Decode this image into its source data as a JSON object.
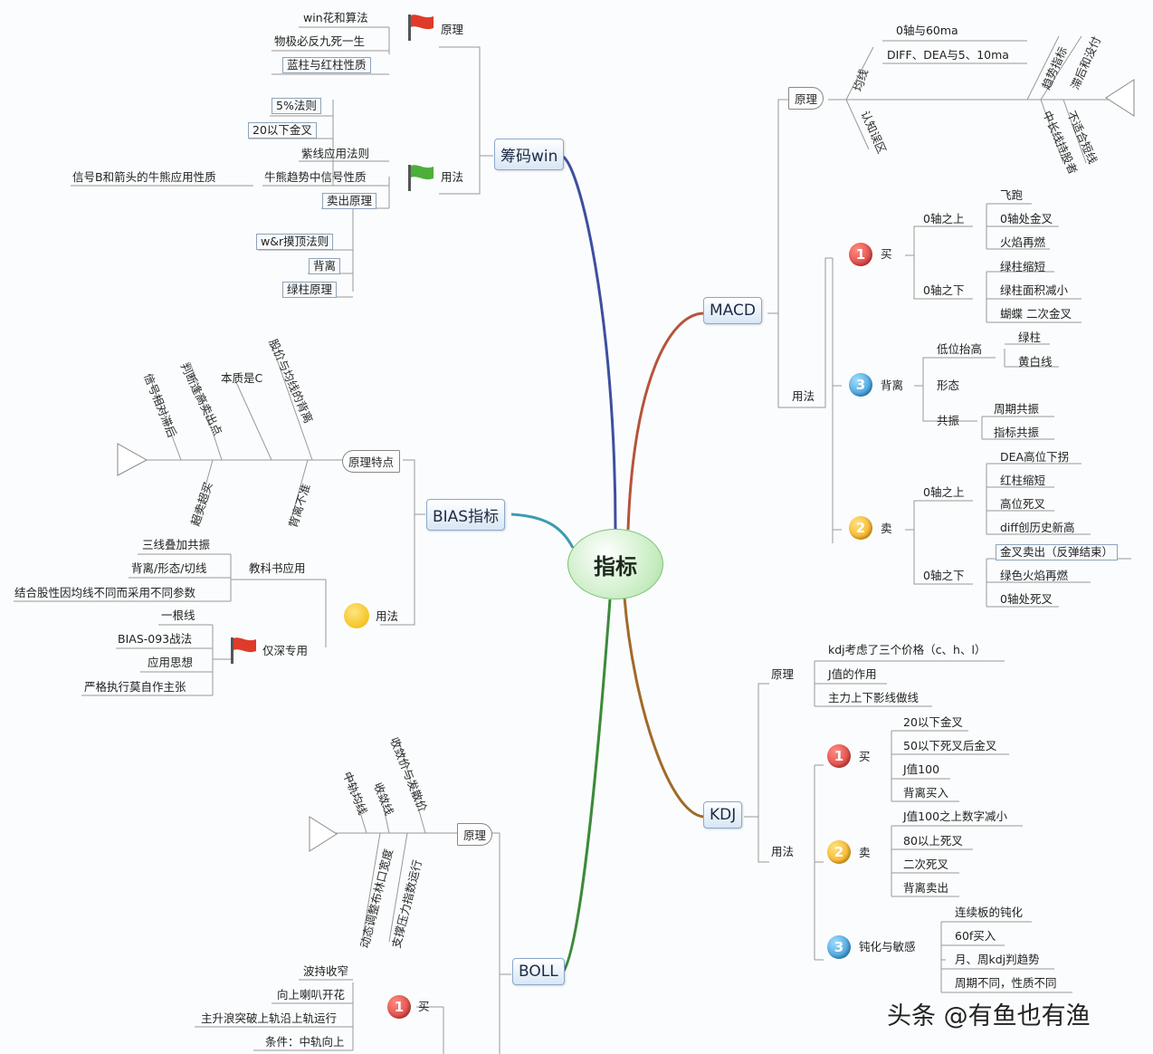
{
  "center": "指标",
  "chouma": {
    "title": "筹码win",
    "yuanli": "原理",
    "yongfa": "用法",
    "yuanli_items": [
      "win花和算法",
      "物极必反九死一生",
      "蓝柱与红柱性质"
    ],
    "yongfa_sub": [
      "5%法则",
      "20以下金叉"
    ],
    "yongfa_items": [
      "紫线应用法则",
      "牛熊趋势中信号性质",
      "卖出原理"
    ],
    "signal": "信号B和箭头的牛熊应用性质",
    "maichu_items": [
      "w&r摸顶法则",
      "背离",
      "绿柱原理"
    ]
  },
  "macd": {
    "title": "MACD",
    "yuanli": "原理",
    "fish_upper_top": [
      "0轴与60ma",
      "DIFF、DEA与5、10ma"
    ],
    "fish_upper_label": "均线",
    "fish_upper_right": [
      "趋势指标",
      "滞后和没付"
    ],
    "fish_lower_left": "认知误区",
    "fish_lower_right": [
      "中长线持股者",
      "不适合短线"
    ],
    "yongfa": "用法",
    "buy": "买",
    "buy_above": "0轴之上",
    "buy_above_items": [
      "飞跑",
      "0轴处金叉",
      "火焰再燃"
    ],
    "buy_below": "0轴之下",
    "buy_below_items": [
      "绿柱缩短",
      "绿柱面积减小",
      "蝴蝶 二次金叉"
    ],
    "div": "背离",
    "div_low": "低位抬高",
    "div_low_items": [
      "绿柱",
      "黄白线"
    ],
    "div_form": "形态",
    "div_res": "共振",
    "div_res_items": [
      "周期共振",
      "指标共振"
    ],
    "sell": "卖",
    "sell_above": "0轴之上",
    "sell_above_items": [
      "DEA高位下拐",
      "红柱缩短",
      "高位死叉",
      "diff创历史新高"
    ],
    "sell_below": "0轴之下",
    "sell_below_items": [
      "金叉卖出（反弹结束）",
      "绿色火焰再燃",
      "0轴处死叉"
    ]
  },
  "bias": {
    "title": "BIAS指标",
    "head": "原理特点",
    "fish_top": [
      "信号相对滞后",
      "判断逢高卖出点",
      "本质是C",
      "股价与均线的背离"
    ],
    "fish_bottom": [
      "超卖超买",
      "背离不准"
    ],
    "usage": "用法",
    "textbook": "教科书应用",
    "textbook_items": [
      "三线叠加共振",
      "背离/形态/切线",
      "结合股性因均线不同而采用不同参数"
    ],
    "jinshi": "仅深专用",
    "jinshi_items": [
      "一根线",
      "BIAS-093战法",
      "应用思想",
      "严格执行莫自作主张"
    ]
  },
  "kdj": {
    "title": "KDJ",
    "yuanli": "原理",
    "yuanli_items": [
      "kdj考虑了三个价格（c、h、l）",
      "J值的作用",
      "主力上下影线做线"
    ],
    "yongfa": "用法",
    "buy": "买",
    "buy_items": [
      "20以下金叉",
      "50以下死叉后金叉",
      "J值100",
      "背离买入"
    ],
    "sell": "卖",
    "sell_items": [
      "J值100之上数字减小",
      "80以上死叉",
      "二次死叉",
      "背离卖出"
    ],
    "dull": "钝化与敏感",
    "dull_items": [
      "连续板的钝化",
      "60f买入",
      "月、周kdj判趋势",
      "周期不同，性质不同"
    ]
  },
  "boll": {
    "title": "BOLL",
    "yuanli": "原理",
    "fish_top": [
      "中轨均线",
      "收敛线",
      "收敛价与发散价"
    ],
    "fish_bottom": [
      "动态调整布林口宽度",
      "支撑压力指数运行"
    ],
    "buy": "买",
    "buy_items": [
      "波持收窄",
      "向上喇叭开花",
      "主升浪突破上轨沿上轨运行",
      "条件：中轨向上"
    ]
  },
  "badges": {
    "one": "1",
    "two": "2",
    "three": "3"
  },
  "watermark": "头条 @有鱼也有渔"
}
